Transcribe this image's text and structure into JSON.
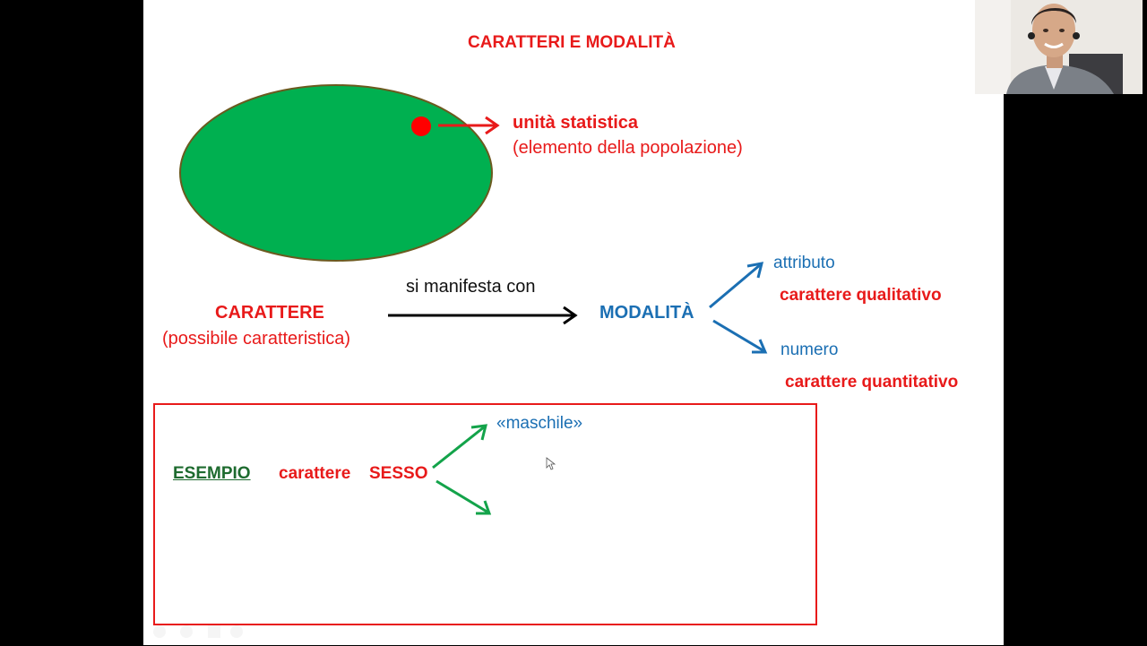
{
  "slide": {
    "title": "CARATTERI E MODALITÀ",
    "population_label": {
      "title": "unità statistica",
      "subtitle": "(elemento della popolazione)"
    },
    "carattere": {
      "title": "CARATTERE",
      "subtitle": "(possibile caratteristica)"
    },
    "arrow_label": "si manifesta con",
    "modalita": "MODALITÀ",
    "branches": {
      "attributo": "attributo",
      "qualitativo": "carattere qualitativo",
      "numero": "numero",
      "quantitativo": "carattere quantitativo"
    },
    "example": {
      "label": "ESEMPIO",
      "carattere_word": "carattere",
      "sesso": "SESSO",
      "maschile": "«maschile»"
    }
  },
  "colors": {
    "red": "#e81a1a",
    "blue": "#1b6fb3",
    "green_arrow": "#13a34a",
    "ellipse_fill": "#00b050",
    "ellipse_stroke": "#6b5a1f",
    "example_label": "#1e6b2f"
  },
  "webcam": {
    "description_icon": "presenter-video-icon"
  }
}
